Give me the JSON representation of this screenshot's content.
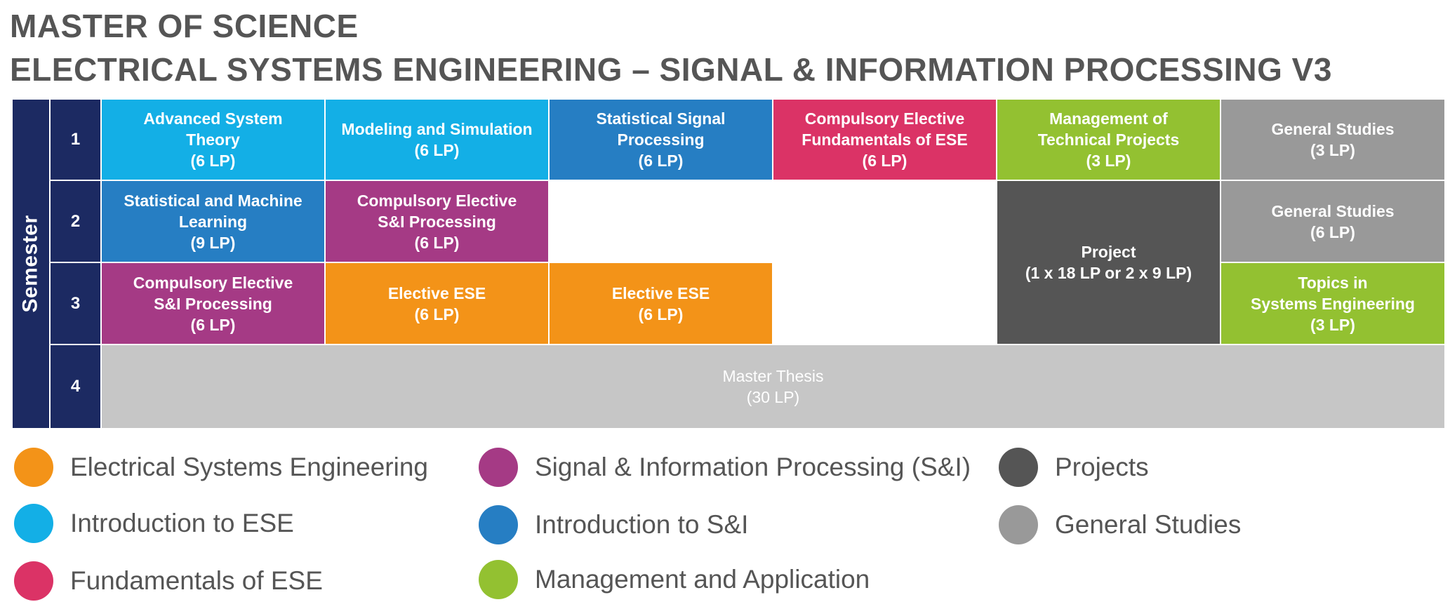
{
  "title": {
    "line1": "MASTER OF SCIENCE",
    "line2": "ELECTRICAL SYSTEMS ENGINEERING – SIGNAL & INFORMATION PROCESSING V3"
  },
  "semester_label": "Semester",
  "semester_numbers": [
    "1",
    "2",
    "3",
    "4"
  ],
  "modules": {
    "advanced_system_theory": "Advanced System\nTheory\n(6 LP)",
    "modeling_simulation": "Modeling and Simulation\n(6 LP)",
    "statistical_signal_processing": "Statistical Signal\nProcessing\n(6 LP)",
    "compulsory_fundamentals_ese": "Compulsory Elective\nFundamentals of ESE\n(6 LP)",
    "management_technical_projects": "Management of\nTechnical Projects\n(3 LP)",
    "general_studies_1": "General Studies\n(3 LP)",
    "statistical_machine_learning": "Statistical and Machine\nLearning\n(9 LP)",
    "compulsory_si_2": "Compulsory Elective\nS&I Processing\n(6 LP)",
    "project": "Project\n(1 x 18 LP or 2 x 9 LP)",
    "general_studies_2": "General Studies\n(6 LP)",
    "compulsory_si_3": "Compulsory Elective\nS&I Processing\n(6 LP)",
    "elective_ese_1": "Elective ESE\n(6 LP)",
    "elective_ese_2": "Elective ESE\n(6 LP)",
    "topics_systems_engineering": "Topics in\nSystems Engineering\n(3  LP)",
    "master_thesis": "Master Thesis\n(30 LP)"
  },
  "legend": [
    {
      "label": "Electrical Systems Engineering",
      "color": "#f39318"
    },
    {
      "label": "Introduction to ESE",
      "color": "#13afe6"
    },
    {
      "label": "Fundamentals of ESE",
      "color": "#db3366"
    },
    {
      "label": "Signal & Information Processing (S&I)",
      "color": "#a53a85"
    },
    {
      "label": "Introduction to S&I",
      "color": "#267ec3"
    },
    {
      "label": "Management and Application",
      "color": "#93c131"
    },
    {
      "label": "Projects",
      "color": "#555555"
    },
    {
      "label": "General Studies",
      "color": "#999999"
    }
  ],
  "colors": {
    "navy": "#1c2a62",
    "thesis": "#c6c6c6"
  }
}
